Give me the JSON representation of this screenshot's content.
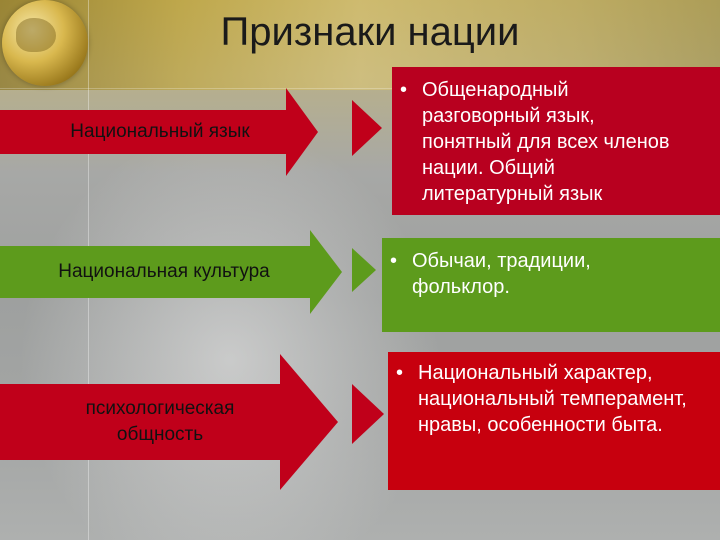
{
  "title": "Признаки нации",
  "colors": {
    "red_arrow": "#c0001a",
    "green_arrow": "#5d9b1c",
    "red_box": "#b8001f",
    "green_box": "#5d9b1c",
    "red_box_2": "#c7000e"
  },
  "rows": [
    {
      "label": "Национальный язык",
      "text": "Общенародный разговорный язык, понятный для всех членов нации. Общий литературный язык"
    },
    {
      "label": "Национальная культура",
      "text": "Обычаи, традиции, фольклор."
    },
    {
      "label": "психологическая общность",
      "text": "Национальный характер, национальный темперамент, нравы, особенности быта."
    }
  ],
  "bullet": "•"
}
